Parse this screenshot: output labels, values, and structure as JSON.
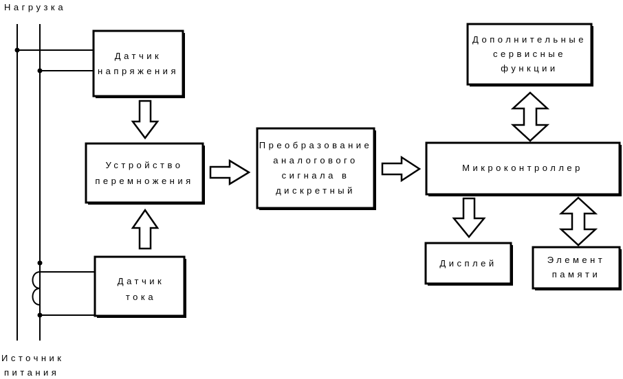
{
  "labels": {
    "load": "Нагрузка",
    "source_line1": "Источник",
    "source_line2": "питания"
  },
  "blocks": {
    "voltage_sensor": [
      "Датчик",
      "напряжения"
    ],
    "multiplier": [
      "Устройство",
      "перемножения"
    ],
    "current_sensor": [
      "Датчик",
      "тока"
    ],
    "adc": [
      "Преобразование",
      "аналогового",
      "сигнала в",
      "дискретный"
    ],
    "microcontroller": [
      "Микроконтроллер"
    ],
    "service_functions": [
      "Дополнительные",
      "сервисные",
      "функции"
    ],
    "display": [
      "Дисплей"
    ],
    "memory": [
      "Элемент",
      "памяти"
    ]
  }
}
